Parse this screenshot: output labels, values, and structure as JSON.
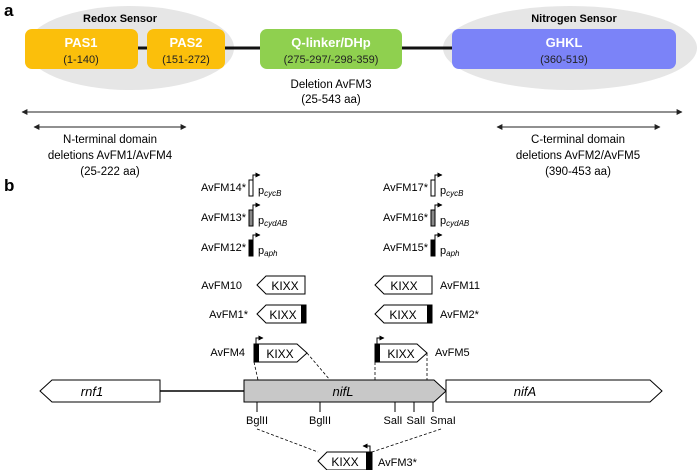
{
  "panel_a": {
    "label": "a",
    "groups": {
      "redox": "Redox Sensor",
      "nitrogen": "Nitrogen Sensor"
    },
    "domains": [
      {
        "name": "PAS1",
        "range": "(1-140)",
        "color": "#fbbf0b"
      },
      {
        "name": "PAS2",
        "range": "(151-272)",
        "color": "#fbbf0b"
      },
      {
        "name": "Q-linker/DHp",
        "range": "(275-297/-298-359)",
        "color": "#8fd04f"
      },
      {
        "name": "GHKL",
        "range": "(360-519)",
        "color": "#7b83f8"
      }
    ],
    "deletion_full": {
      "line1": "Deletion AvFM3",
      "line2": "(25-543 aa)"
    },
    "deletion_n": {
      "line1": "N-terminal domain",
      "line2": "deletions AvFM1/AvFM4",
      "line3": "(25-222 aa)"
    },
    "deletion_c": {
      "line1": "C-terminal domain",
      "line2": "deletions AvFM2/AvFM5",
      "line3": "(390-453 aa)"
    }
  },
  "panel_b": {
    "label": "b",
    "promoter_left": [
      {
        "strain": "AvFM14*",
        "p": "p",
        "sub": "cycB"
      },
      {
        "strain": "AvFM13*",
        "p": "p",
        "sub": "cydAB"
      },
      {
        "strain": "AvFM12*",
        "p": "p",
        "sub": "aph"
      }
    ],
    "promoter_right": [
      {
        "strain": "AvFM17*",
        "p": "p",
        "sub": "cycB"
      },
      {
        "strain": "AvFM16*",
        "p": "p",
        "sub": "cydAB"
      },
      {
        "strain": "AvFM15*",
        "p": "p",
        "sub": "aph"
      }
    ],
    "cassette_label": "KIXX",
    "strains": {
      "fm10": "AvFM10",
      "fm11": "AvFM11",
      "fm1": "AvFM1*",
      "fm2": "AvFM2*",
      "fm4": "AvFM4",
      "fm5": "AvFM5",
      "fm3": "AvFM3*"
    },
    "genes": {
      "rnf1": "rnf1",
      "nifL": "nifL",
      "nifA": "nifA"
    },
    "sites": {
      "bglII_1": "BglII",
      "bglII_2": "BglII",
      "salI_1": "SalI",
      "salI_2": "SalI",
      "smaI": "SmaI"
    },
    "colors": {
      "nifL_fill": "#c8c8c8",
      "cassette_stroke": "#000000"
    }
  }
}
